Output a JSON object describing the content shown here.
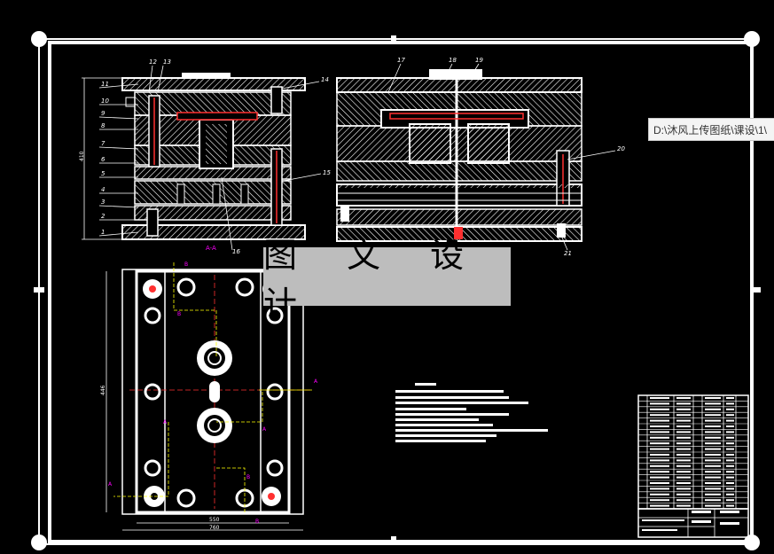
{
  "watermark": {
    "text": "图 文 设 计"
  },
  "tooltip": {
    "path": "D:\\沐风上传图纸\\课设\\1\\"
  },
  "dims": {
    "left_height": "410",
    "plan_height": "446",
    "plan_width_inner": "550",
    "plan_width_outer": "760",
    "section_label": "A-A"
  },
  "callouts": {
    "left": [
      "11",
      "10",
      "9",
      "8",
      "7",
      "6",
      "5",
      "4",
      "3",
      "2",
      "1"
    ],
    "top_left": [
      "12",
      "13"
    ],
    "right_of_left": [
      "14",
      "15",
      "16"
    ],
    "top_right": [
      "17",
      "18",
      "19"
    ],
    "right": [
      "20",
      "21"
    ]
  },
  "section_letters": [
    "B",
    "B",
    "A",
    "A",
    "B",
    "B",
    "A",
    "A"
  ],
  "colors": {
    "background": "#000000",
    "linework": "#ffffff",
    "hidden_lines": "#ff3030",
    "magenta": "#ff00ff",
    "yellow": "#ffff00"
  }
}
